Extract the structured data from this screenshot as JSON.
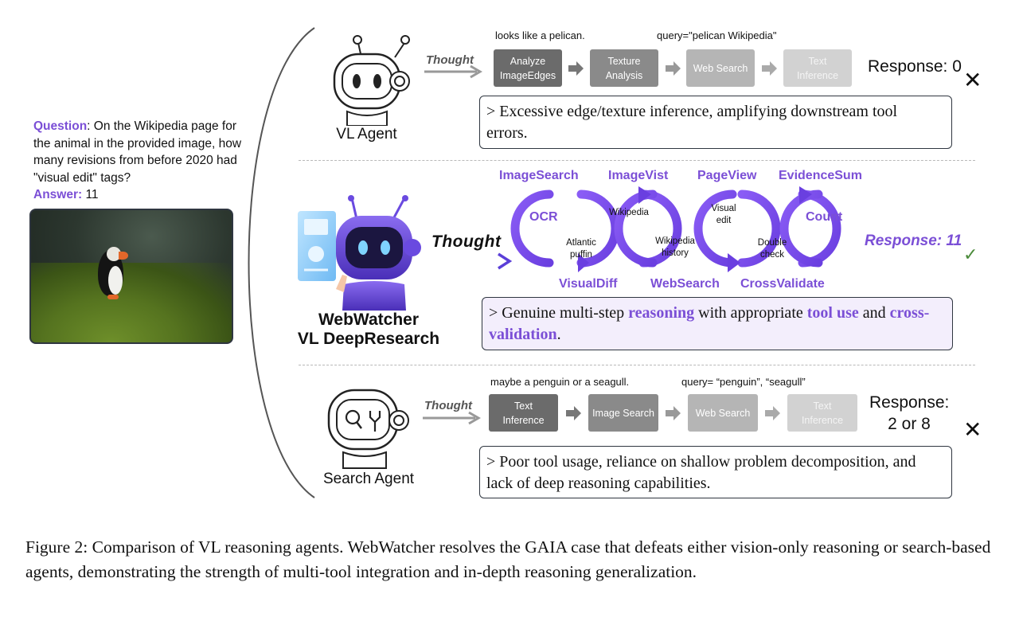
{
  "question": {
    "label": "Question",
    "text": ": On the Wikipedia page for the animal in the provided image, how many revisions from before 2020 had \"visual edit\" tags?",
    "answer_label": "Answer:",
    "answer_value": " 11"
  },
  "vl_agent": {
    "name": "VL Agent",
    "thought": "Thought",
    "note_left": "looks like a pelican.",
    "note_right": "query=\"pelican Wikipedia\"",
    "steps": [
      {
        "line1": "Analyze",
        "line2": "ImageEdges"
      },
      {
        "line1": "Texture",
        "line2": "Analysis"
      },
      {
        "line1": "Web Search",
        "line2": ""
      },
      {
        "line1": "Text",
        "line2": "Inference"
      }
    ],
    "response": "Response: 0",
    "result_mark": "✕",
    "critique": "> Excessive edge/texture inference, amplifying downstream tool errors."
  },
  "webwatcher": {
    "name_line1": "WebWatcher",
    "name_line2": "VL DeepResearch",
    "thought": "Thought",
    "tools_top": [
      "ImageSearch",
      "ImageVist",
      "PageView",
      "EvidenceSum"
    ],
    "tools_bottom": [
      "VisualDiff",
      "WebSearch",
      "CrossValidate"
    ],
    "rings": [
      "OCR",
      "Count"
    ],
    "mini_labels": [
      {
        "line1": "Atlantic",
        "line2": "puffin"
      },
      {
        "line1": "Wikipedia",
        "line2": ""
      },
      {
        "line1": "Wikipedia",
        "line2": "history"
      },
      {
        "line1": "Visual",
        "line2": "edit"
      },
      {
        "line1": "Double",
        "line2": "check"
      }
    ],
    "response": "Response: 11",
    "result_mark": "✓",
    "critique_parts": {
      "p1": "> Genuine multi-step ",
      "h1": "reasoning",
      "p2": " with appropriate ",
      "h2": "tool use",
      "p3": " and ",
      "h3": "cross-validation",
      "p4": "."
    }
  },
  "search_agent": {
    "name": "Search Agent",
    "thought": "Thought",
    "note_left": "maybe a penguin or a seagull.",
    "note_right": "query= “penguin”, “seagull”",
    "steps": [
      {
        "line1": "Text",
        "line2": "Inference"
      },
      {
        "line1": "Image Search",
        "line2": ""
      },
      {
        "line1": "Web Search",
        "line2": ""
      },
      {
        "line1": "Text",
        "line2": "Inference"
      }
    ],
    "response_line1": "Response:",
    "response_line2": "2 or 8",
    "result_mark": "✕",
    "critique": "> Poor tool usage, reliance on shallow problem decomposition, and lack of deep reasoning capabilities."
  },
  "caption": "Figure 2: Comparison of VL reasoning agents. WebWatcher resolves the GAIA case that defeats either vision-only reasoning or search-based agents, demonstrating the strength of multi-tool integration and in-depth reasoning generalization.",
  "colors": {
    "accent_purple": "#7b4fd6",
    "gradient_purple": "#6a3fe0",
    "check_green": "#4b8b3b"
  }
}
